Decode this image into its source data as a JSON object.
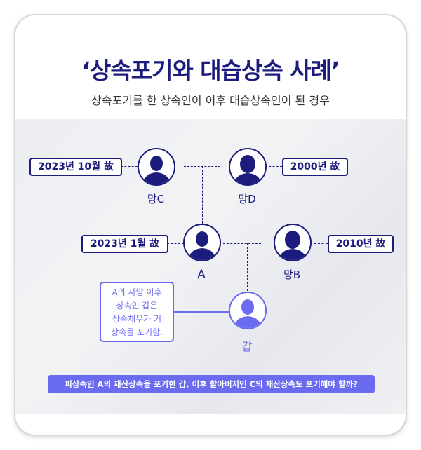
{
  "title": "‘상속포기와 대습상속 사례’",
  "subtitle": "상속포기를 한 상속인이 이후 대습상속인이 된 경우",
  "people": {
    "c": {
      "name": "망C",
      "tag": "2023년 10월 故"
    },
    "d": {
      "name": "망D",
      "tag": "2000년 故"
    },
    "a": {
      "name": "A",
      "tag": "2023년 1월 故"
    },
    "b": {
      "name": "망B",
      "tag": "2010년 故"
    },
    "gap": {
      "name": "갑"
    }
  },
  "callout": [
    "A의 사망 이후",
    "상속인 갑은",
    "상속채무가 커",
    "상속을 포기함."
  ],
  "banner": "피상속인 A의 재산상속을 포기한 갑, 이후 할아버지인 C의 재산상속도 포기해야 할까?",
  "colors": {
    "navy": "#1b1c7c",
    "purple": "#6b6bf0"
  }
}
